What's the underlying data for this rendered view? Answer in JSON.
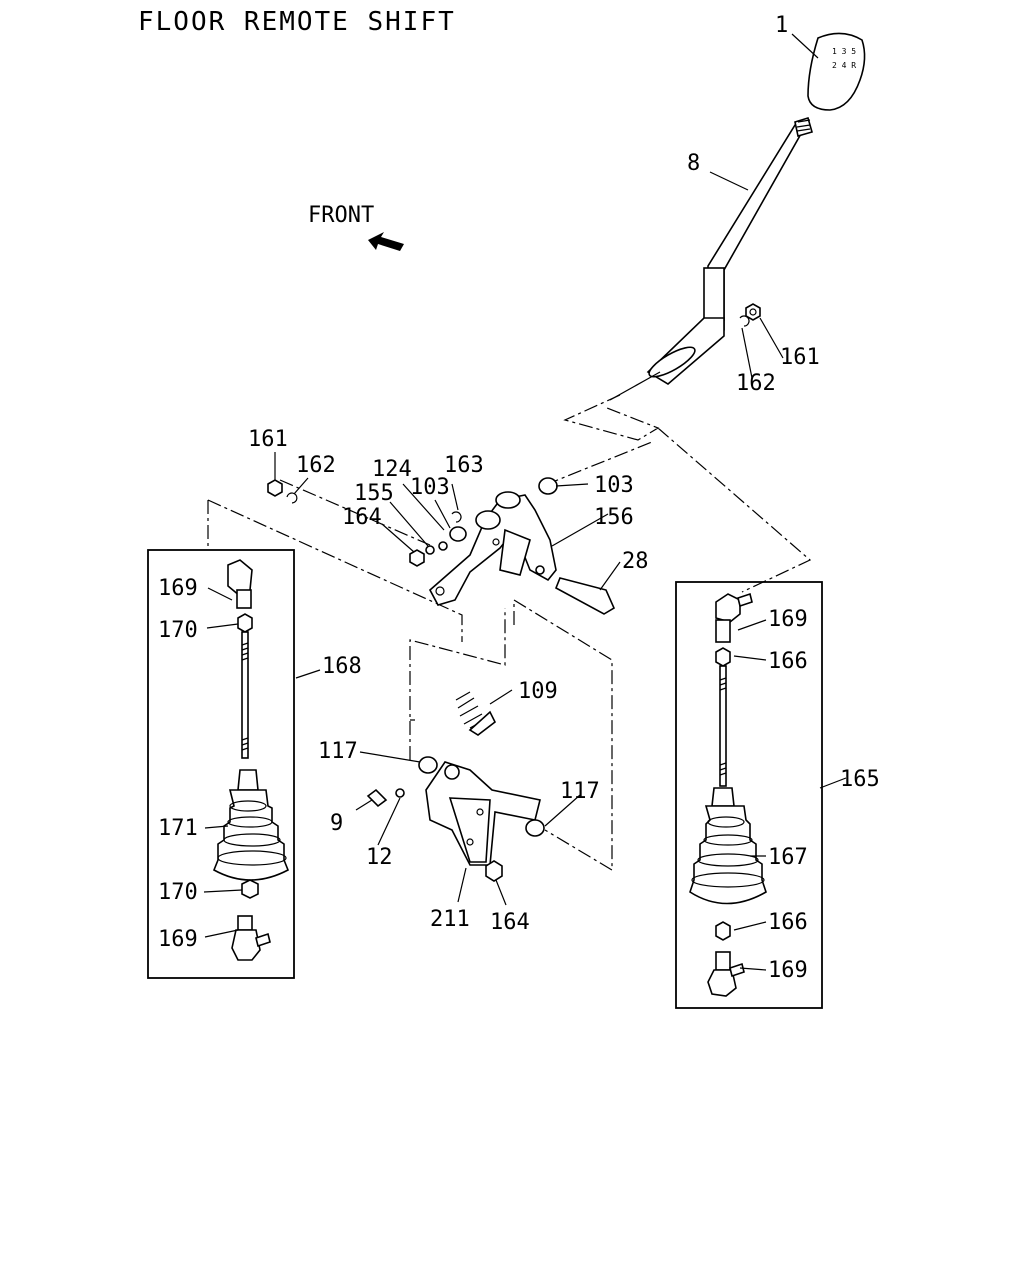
{
  "title": "FLOOR REMOTE SHIFT",
  "front_label": "FRONT",
  "callouts": {
    "c1": "1",
    "c8": "8",
    "c161a": "161",
    "c162a": "162",
    "c161b": "161",
    "c162b": "162",
    "c124": "124",
    "c163": "163",
    "c155": "155",
    "c103a": "103",
    "c103b": "103",
    "c164a": "164",
    "c156": "156",
    "c28": "28",
    "c109": "109",
    "c117a": "117",
    "c117b": "117",
    "c9": "9",
    "c12": "12",
    "c211": "211",
    "c164b": "164",
    "c168": "168",
    "c169a": "169",
    "c170a": "170",
    "c171": "171",
    "c170b": "170",
    "c169b": "169",
    "c165": "165",
    "c169c": "169",
    "c166a": "166",
    "c167": "167",
    "c166b": "166",
    "c169d": "169"
  }
}
